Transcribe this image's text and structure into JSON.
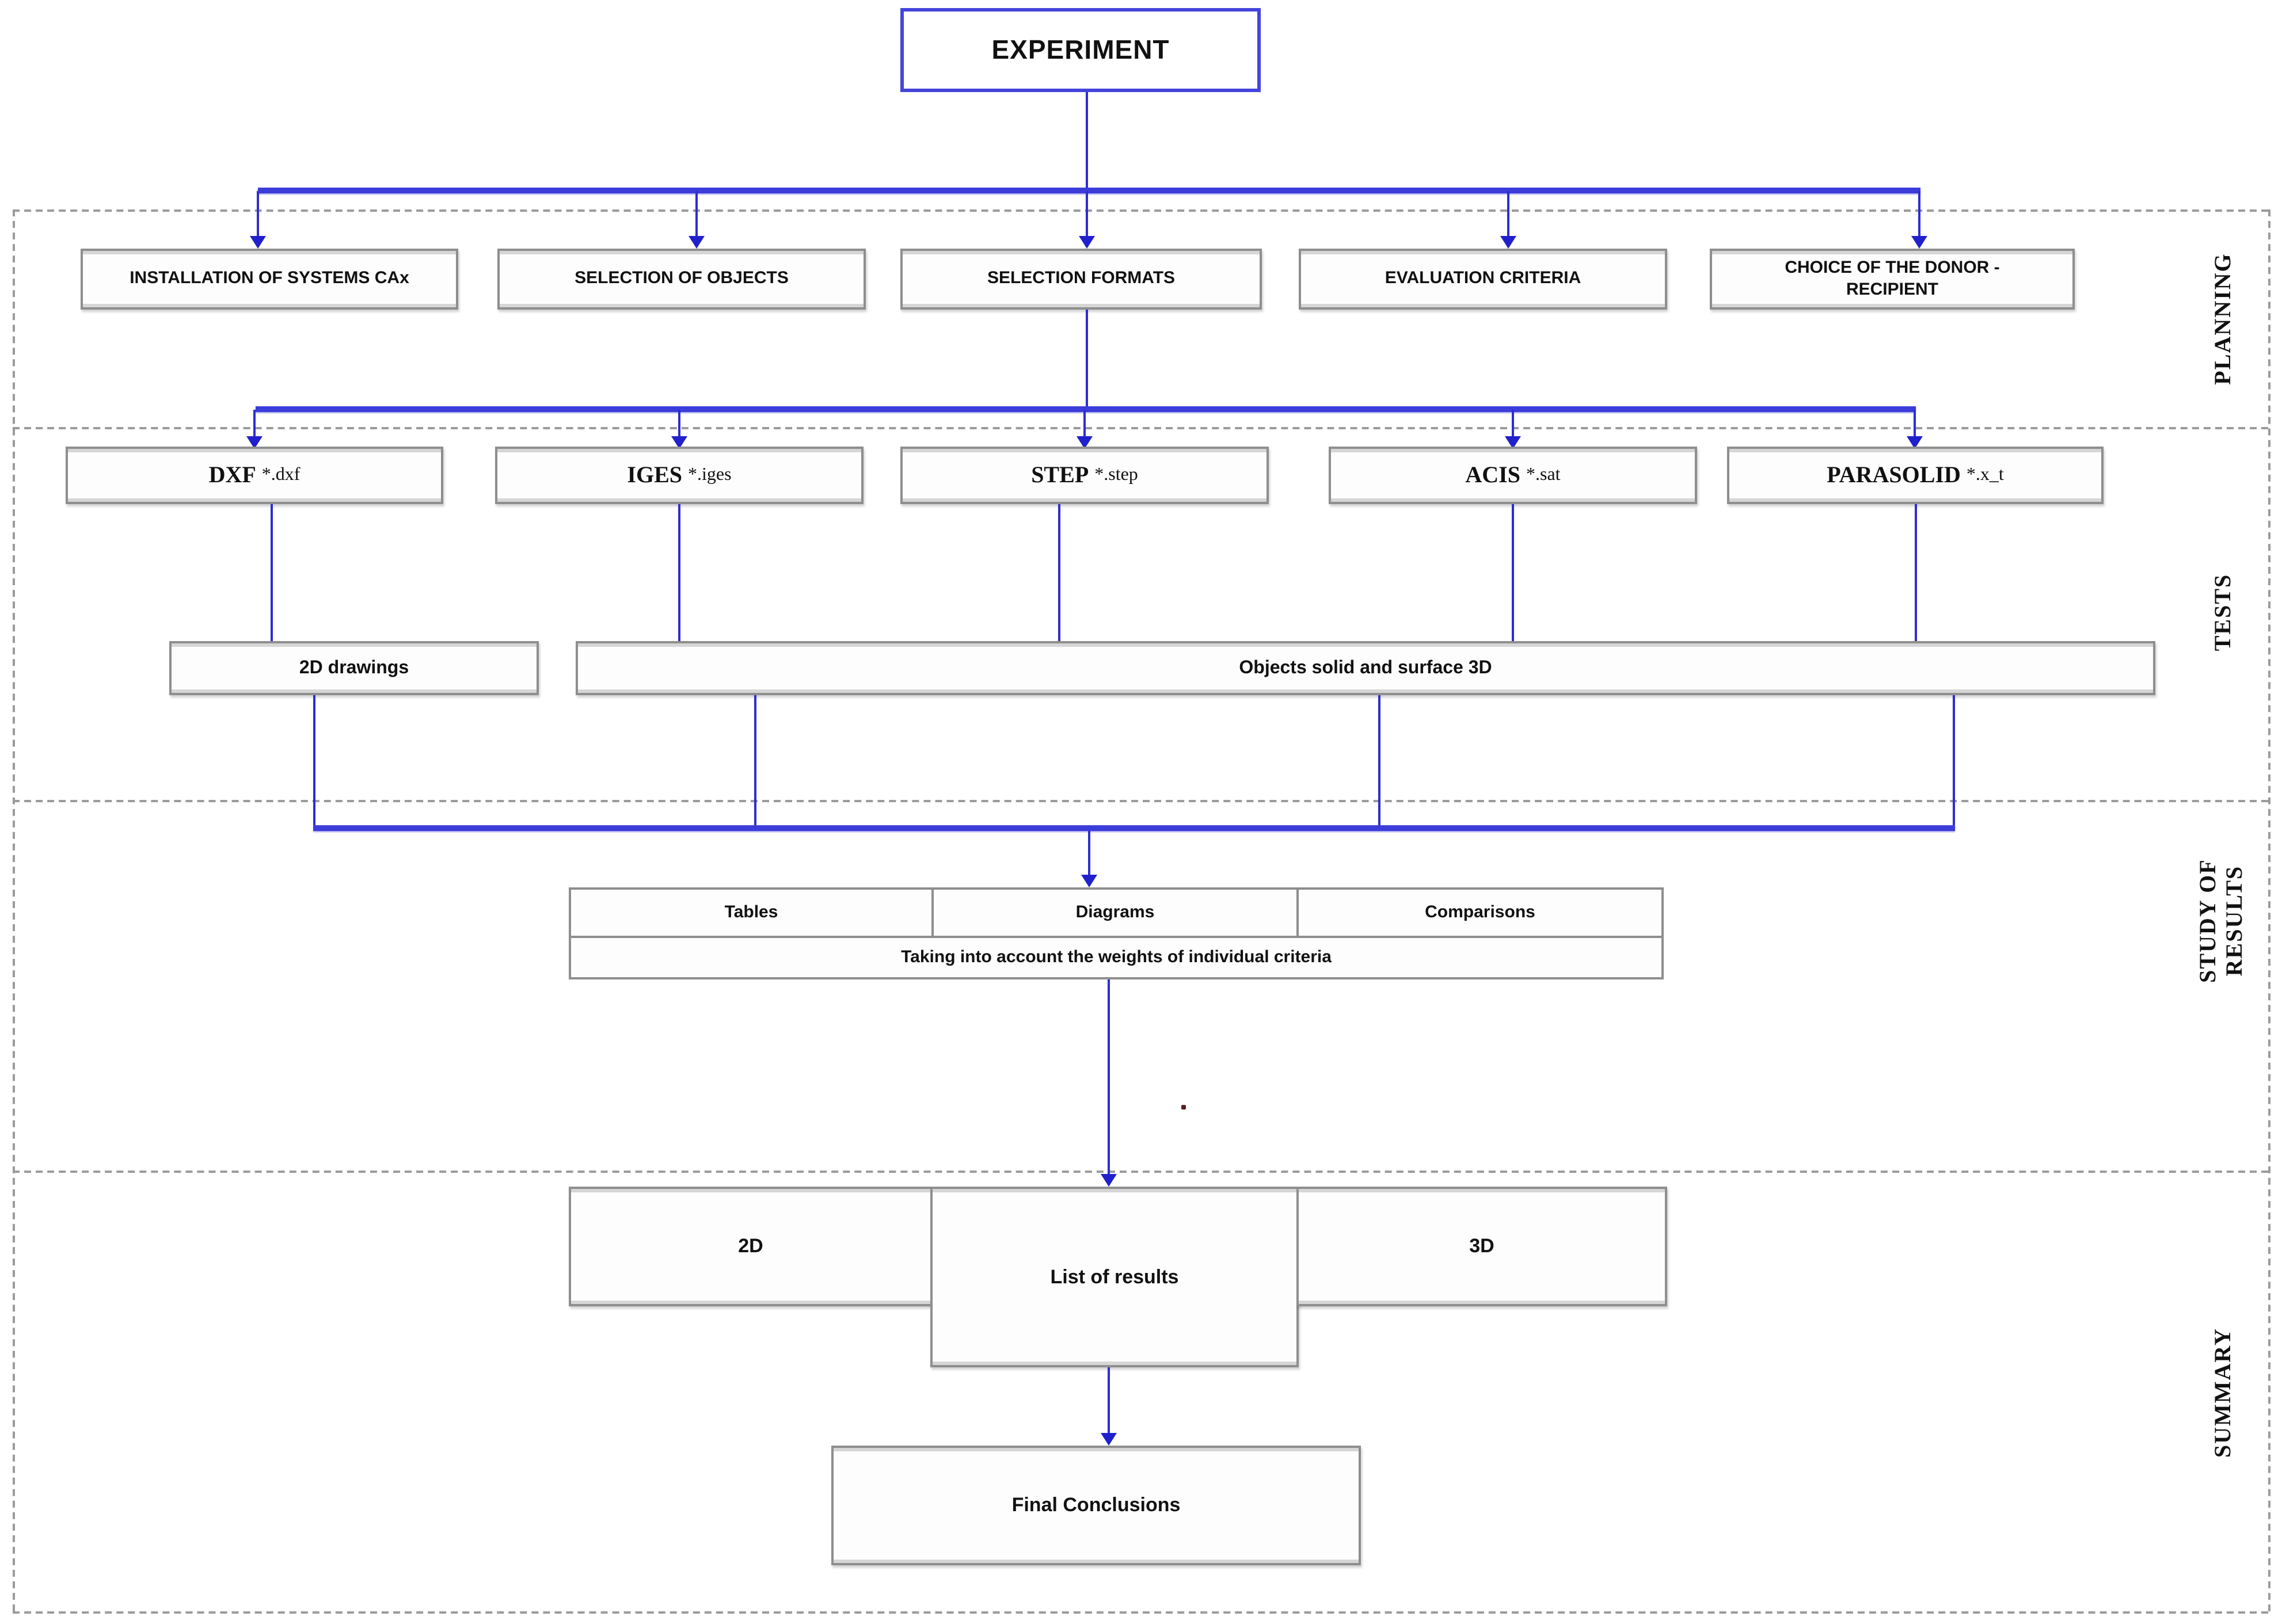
{
  "experiment": {
    "label": "EXPERIMENT"
  },
  "side_labels": {
    "planning": "PLANNING",
    "tests": "TESTS",
    "study": "STUDY OF RESULTS",
    "summary": "SUMMARY"
  },
  "planning": {
    "boxes": [
      {
        "label": "INSTALLATION OF SYSTEMS CAx"
      },
      {
        "label": "SELECTION OF OBJECTS"
      },
      {
        "label": "SELECTION FORMATS"
      },
      {
        "label": "EVALUATION CRITERIA"
      },
      {
        "label": "CHOICE OF THE DONOR - RECIPIENT"
      }
    ]
  },
  "formats": {
    "boxes": [
      {
        "name": "DXF",
        "ext": "*.dxf"
      },
      {
        "name": "IGES",
        "ext": "*.iges"
      },
      {
        "name": "STEP",
        "ext": "*.step"
      },
      {
        "name": "ACIS",
        "ext": "*.sat"
      },
      {
        "name": "PARASOLID",
        "ext": "*.x_t"
      }
    ]
  },
  "tests": {
    "drawings_2d": "2D drawings",
    "objects_3d": "Objects solid and surface 3D"
  },
  "study": {
    "columns": [
      "Tables",
      "Diagrams",
      "Comparisons"
    ],
    "weights_note": "Taking into account the weights of individual criteria"
  },
  "summary": {
    "left": "2D",
    "center": "List of results",
    "right": "3D",
    "final": "Final Conclusions"
  },
  "annotations": {
    "stray_dot": "."
  },
  "colors": {
    "connector_blue": "#2d2dd2",
    "box_border_gray": "#8e8e8e",
    "experiment_border_blue": "#4444dd"
  }
}
